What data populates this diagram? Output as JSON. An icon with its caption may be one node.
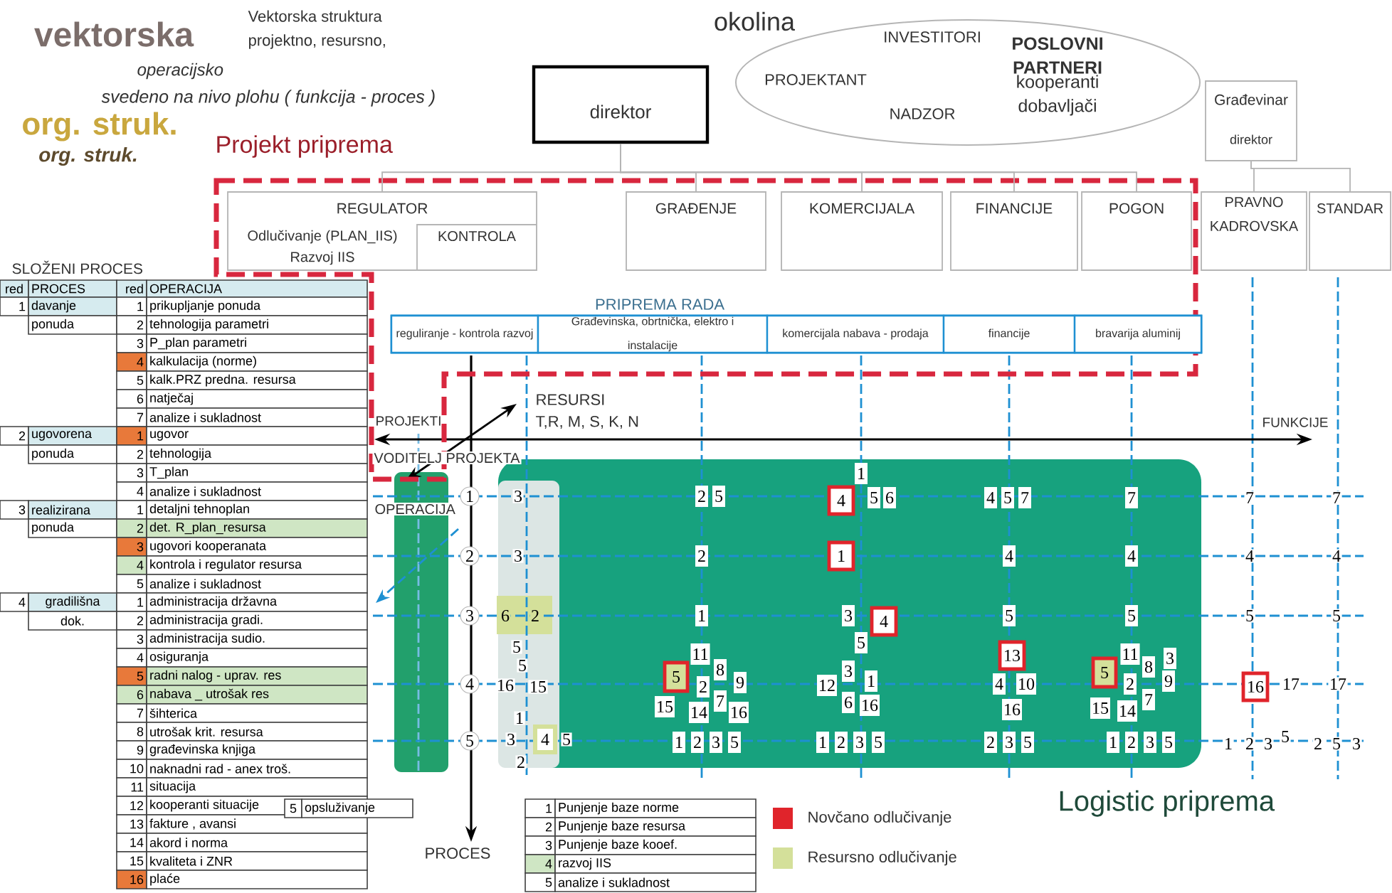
{
  "diagram": {
    "nodes": [
      {
        "text": [
          "okolina",
          "INVESTITORI",
          "PROJEKTANT",
          "NADZOR",
          "POSLOVNI PARTNERI",
          "kooperanti dobavljači"
        ]
      },
      {
        "text": [
          "direktor"
        ]
      },
      {
        "text": [
          "Građevinar",
          "direktor"
        ]
      },
      {
        "text": [
          "REGULATOR",
          "Odlučivanje (PLAN_IIS)",
          "Razvoj IIS"
        ]
      },
      {
        "text": [
          "KONTROLA"
        ],
        "in": 3
      },
      {
        "text": [
          "GRAĐENJE"
        ]
      },
      {
        "text": [
          "KOMERCIJALA"
        ]
      },
      {
        "text": [
          "FINANCIJE"
        ]
      },
      {
        "text": [
          "POGON"
        ]
      },
      {
        "text": [
          "PRAVNO KADROVSKA"
        ]
      },
      {
        "text": [
          "STANDAR"
        ]
      },
      {
        "text": [
          "PRIPREMA RADA"
        ]
      },
      {
        "text": [
          "reguliranje - kontrola razvoj"
        ],
        "in": 11
      },
      {
        "text": [
          "Građevinska, obrtnička, elektro i instalacije"
        ],
        "in": 11
      },
      {
        "text": [
          "komercijala nabava - prodaja"
        ],
        "in": 11
      },
      {
        "text": [
          "financije"
        ],
        "in": 11
      },
      {
        "text": [
          "bravarija aluminij"
        ],
        "in": 11
      },
      {
        "text": [],
        "shape": "bar"
      }
    ],
    "edges": [
      {
        "from": 1,
        "to": 3,
        "arrow": "none"
      },
      {
        "from": 1,
        "to": 5,
        "arrow": "none"
      },
      {
        "from": 1,
        "to": 6,
        "arrow": "none"
      },
      {
        "from": 1,
        "to": 7,
        "arrow": "none"
      },
      {
        "from": 1,
        "to": 8,
        "arrow": "none"
      },
      {
        "from": 2,
        "to": 9,
        "arrow": "none"
      },
      {
        "from": 2,
        "to": 10,
        "arrow": "none"
      }
    ],
    "labels": [
      "vektorska",
      "Vektorska struktura projektno, resursno,",
      "operacijsko",
      "svedeno na nivo plohu ( funkcija - proces )",
      "org. struk.",
      "org. struk.",
      "Projekt priprema",
      "PROJEKTI",
      "RESURSI",
      "T,R, M, S, K, N",
      "FUNKCIJE",
      "VODITELJ PROJEKTA",
      "OPERACIJA",
      "PROCES",
      "Logistic priprema",
      "SLOŽENI PROCES",
      "red",
      "PROCES",
      "red",
      "OPERACIJA",
      "1",
      "davanje",
      "1",
      "prikupljanje ponuda",
      "ponuda",
      "2",
      "tehnologija parametri",
      "3",
      "P_plan parametri",
      "4",
      "kalkulacija (norme)",
      "5",
      "kalk.PRZ predna. resursa",
      "6",
      "natječaj",
      "7",
      "analize i sukladnost",
      "2",
      "ugovorena",
      "1",
      "ugovor",
      "ponuda",
      "2",
      "tehnologija",
      "3",
      "T_plan",
      "4",
      "analize i sukladnost",
      "3",
      "realizirana",
      "1",
      "detaljni tehnoplan",
      "ponuda",
      "2",
      "det. R_plan_resursa",
      "3",
      "ugovori kooperanata",
      "4",
      "kontrola i regulator resursa",
      "5",
      "analize i sukladnost",
      "4",
      "gradilišna",
      "1",
      "administracija državna",
      "dok.",
      "2",
      "administracija gradi.",
      "3",
      "administracija sudio.",
      "4",
      "osiguranja",
      "5",
      "radni nalog - uprav. res",
      "6",
      "nabava _ utrošak res",
      "7",
      "šihterica",
      "8",
      "utrošak krit. resursa",
      "9",
      "građevinska knjiga",
      "10",
      "naknadni rad - anex troš.",
      "11",
      "situacija",
      "12",
      "kooperanti situacije",
      "13",
      "fakture , avansi",
      "14",
      "akord i norma",
      "15",
      "kvaliteta i ZNR",
      "16",
      "plaće",
      "5",
      "opsluživanje",
      "1",
      "Punjenje baze norme",
      "2",
      "Punjenje baze resursa",
      "3",
      "Punjenje baze kooef.",
      "4",
      "razvoj IIS",
      "5",
      "analize i sukladnost",
      "1",
      "3",
      "2",
      "5",
      "1",
      "4",
      "5",
      "6",
      "4",
      "5",
      "7",
      "7",
      "7",
      "7",
      "2",
      "3",
      "2",
      "1",
      "4",
      "4",
      "4",
      "4",
      "3",
      "6",
      "2",
      "5",
      "1",
      "3",
      "4",
      "5",
      "5",
      "5",
      "5",
      "5",
      "4",
      "16",
      "5",
      "15",
      "11",
      "5",
      "2",
      "8",
      "9",
      "15",
      "14",
      "7",
      "16",
      "3",
      "12",
      "1",
      "6",
      "16",
      "13",
      "4",
      "10",
      "16",
      "11",
      "3",
      "5",
      "8",
      "2",
      "9",
      "15",
      "14",
      "7",
      "16",
      "17",
      "17",
      "1",
      "5",
      "3",
      "4",
      "5",
      "2",
      "1",
      "2",
      "3",
      "5",
      "1",
      "2",
      "3",
      "5",
      "2",
      "3",
      "5",
      "1",
      "2",
      "3",
      "5",
      "1",
      "2",
      "3",
      "5",
      "2",
      "5",
      "3"
    ],
    "legend": [
      {
        "text": "Novčano odlučivanje",
        "color": "#e0242b"
      },
      {
        "text": "Resursno odlučivanje",
        "color": "#d4e09a"
      }
    ]
  }
}
